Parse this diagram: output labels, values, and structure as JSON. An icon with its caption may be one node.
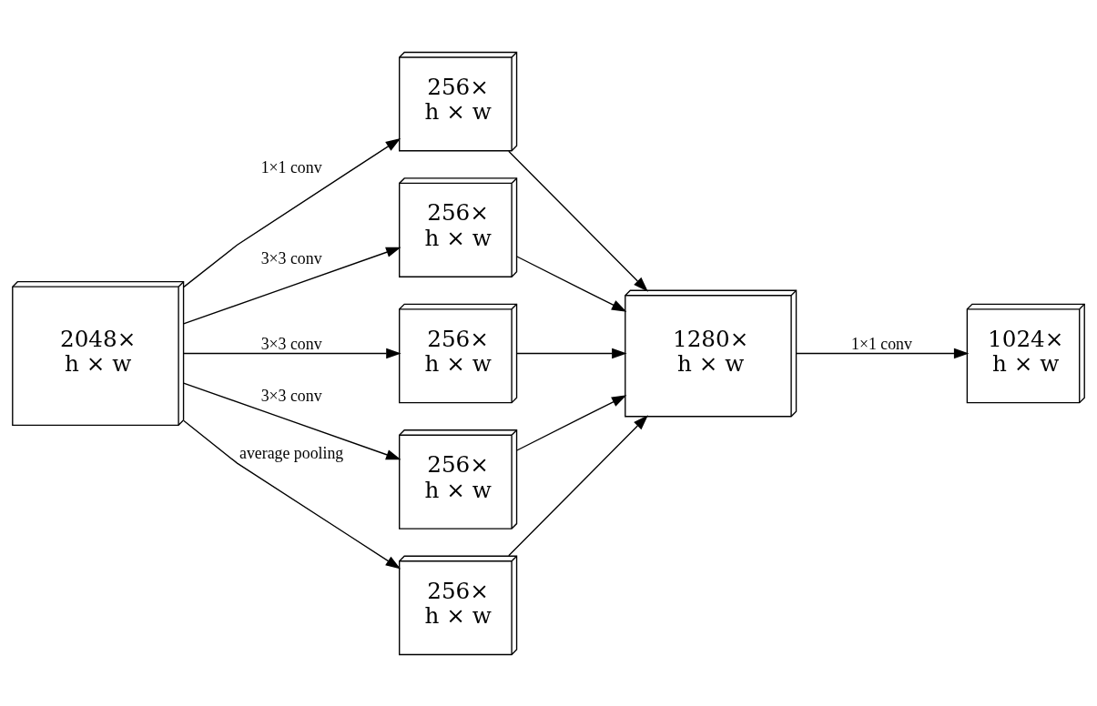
{
  "diagram": {
    "nodes": [
      {
        "text": [
          "2048×",
          "h × w"
        ]
      },
      {
        "text": [
          "256×",
          "h × w"
        ]
      },
      {
        "text": [
          "256×",
          "h × w"
        ]
      },
      {
        "text": [
          "256×",
          "h × w"
        ]
      },
      {
        "text": [
          "256×",
          "h × w"
        ]
      },
      {
        "text": [
          "256×",
          "h × w"
        ]
      },
      {
        "text": [
          "1280×",
          "h × w"
        ]
      },
      {
        "text": [
          "1024×",
          "h × w"
        ]
      }
    ],
    "edges": [
      {
        "from": 0,
        "to": 1,
        "arrow": "to",
        "label": "1×1 conv"
      },
      {
        "from": 0,
        "to": 2,
        "arrow": "to",
        "label": "3×3 conv"
      },
      {
        "from": 0,
        "to": 3,
        "arrow": "to",
        "label": "3×3 conv"
      },
      {
        "from": 0,
        "to": 4,
        "arrow": "to",
        "label": "3×3 conv"
      },
      {
        "from": 0,
        "to": 5,
        "arrow": "to",
        "label": "average pooling"
      },
      {
        "from": 1,
        "to": 6,
        "arrow": "to"
      },
      {
        "from": 2,
        "to": 6,
        "arrow": "to"
      },
      {
        "from": 3,
        "to": 6,
        "arrow": "to"
      },
      {
        "from": 4,
        "to": 6,
        "arrow": "to"
      },
      {
        "from": 5,
        "to": 6,
        "arrow": "to"
      },
      {
        "from": 6,
        "to": 7,
        "arrow": "to",
        "label": "1×1 conv"
      }
    ]
  }
}
